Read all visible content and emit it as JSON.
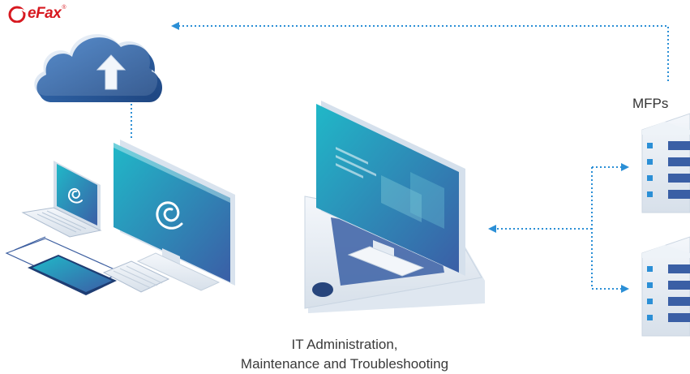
{
  "logo": {
    "text": "eFax",
    "registered": "®",
    "color": "#d71920"
  },
  "labels": {
    "mfps": "MFPs",
    "caption_line1": "IT Administration,",
    "caption_line2": "Maintenance and Troubleshooting"
  },
  "icons": {
    "cloud": "cloud-upload-icon",
    "desktop": "desktop-monitor-icon",
    "laptop": "laptop-icon",
    "tablet": "tablet-icon",
    "keyboard": "keyboard-icon",
    "admin": "admin-monitor-icon",
    "server": "server-rack-icon",
    "brand": "spiral-logo-icon"
  },
  "colors": {
    "arrow": "#2b8fd6",
    "screen_start": "#1fb6c9",
    "screen_end": "#3a5fa5",
    "cloud": "#2d5e9e",
    "device_body": "#e9eef4",
    "server_led": "#2b8fd6",
    "brand": "#d71920"
  }
}
